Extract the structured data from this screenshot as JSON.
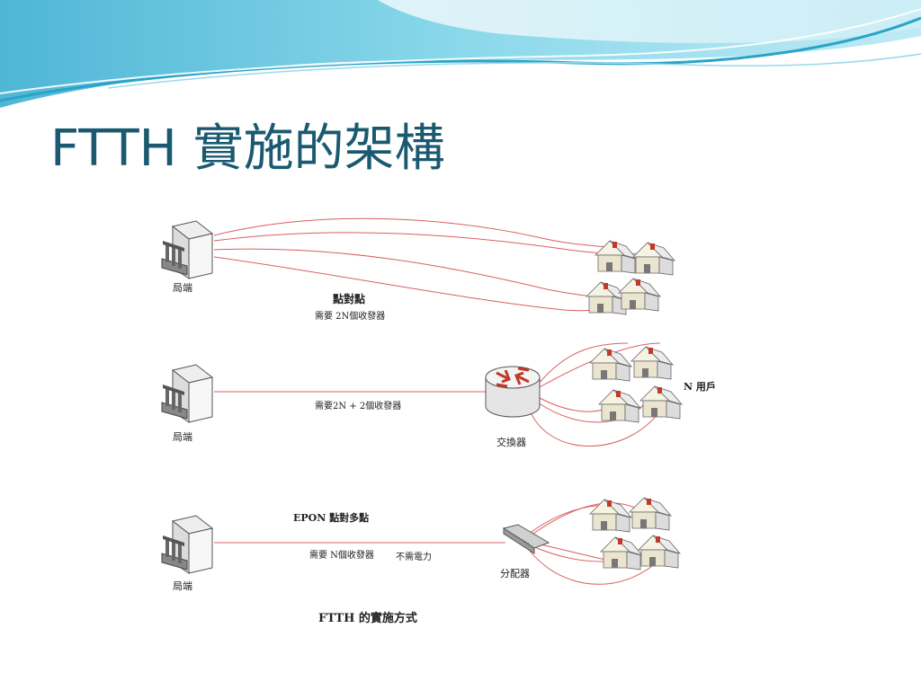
{
  "slide": {
    "title": "FTTH 實施的架構",
    "colors": {
      "title": "#1a5970",
      "fiber_line": "#d96060",
      "accent_wave": "#5fc3dc"
    }
  },
  "diagram": {
    "row1": {
      "office_label": "局端",
      "title": "點對點",
      "subtitle": "需要 2N個收發器"
    },
    "row2": {
      "office_label": "局端",
      "line_label": "需要2N + 2個收發器",
      "switch_label": "交換器",
      "users_label": "N 用戶"
    },
    "row3": {
      "office_label": "局端",
      "title": "EPON 點對多點",
      "line_label": "需要 N個收發器",
      "power_label": "不需電力",
      "splitter_label": "分配器"
    },
    "caption": "FTTH 的實施方式",
    "icons": {
      "office": "building-icon",
      "house": "house-icon",
      "switch": "router-icon",
      "splitter": "splitter-icon"
    }
  }
}
